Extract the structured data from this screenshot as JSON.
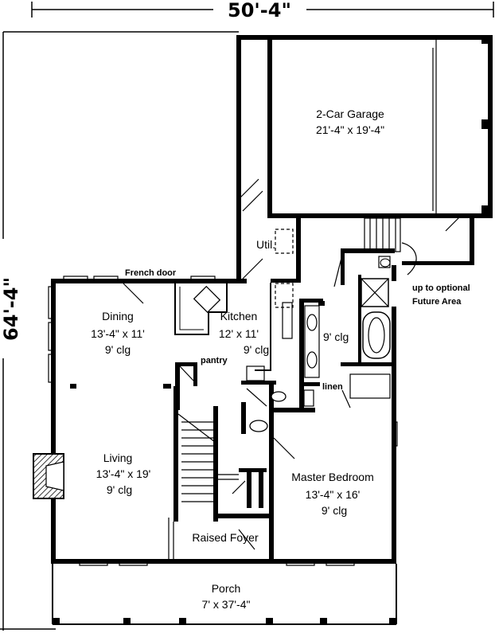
{
  "dimensions": {
    "width_label": "50'-4\"",
    "depth_label": "64'-4\""
  },
  "rooms": {
    "garage": {
      "name": "2-Car Garage",
      "size": "21'-4\" x 19'-4\""
    },
    "util": {
      "name": "Util."
    },
    "dining": {
      "name": "Dining",
      "size": "13'-4\" x 11'",
      "ceiling": "9' clg"
    },
    "kitchen": {
      "name": "Kitchen",
      "size": "12' x 11'",
      "ceiling": "9' clg"
    },
    "master_bath": {
      "ceiling": "9' clg"
    },
    "living": {
      "name": "Living",
      "size": "13'-4\" x 19'",
      "ceiling": "9' clg"
    },
    "master_bedroom": {
      "name": "Master Bedroom",
      "size": "13'-4\" x 16'",
      "ceiling": "9' clg"
    },
    "foyer": {
      "name": "Raised Foyer"
    },
    "porch": {
      "name": "Porch",
      "size": "7' x 37'-4\""
    }
  },
  "annotations": {
    "french_door": "French door",
    "pantry": "pantry",
    "linen": "linen",
    "future_line1": "up to optional",
    "future_line2": "Future Area"
  }
}
